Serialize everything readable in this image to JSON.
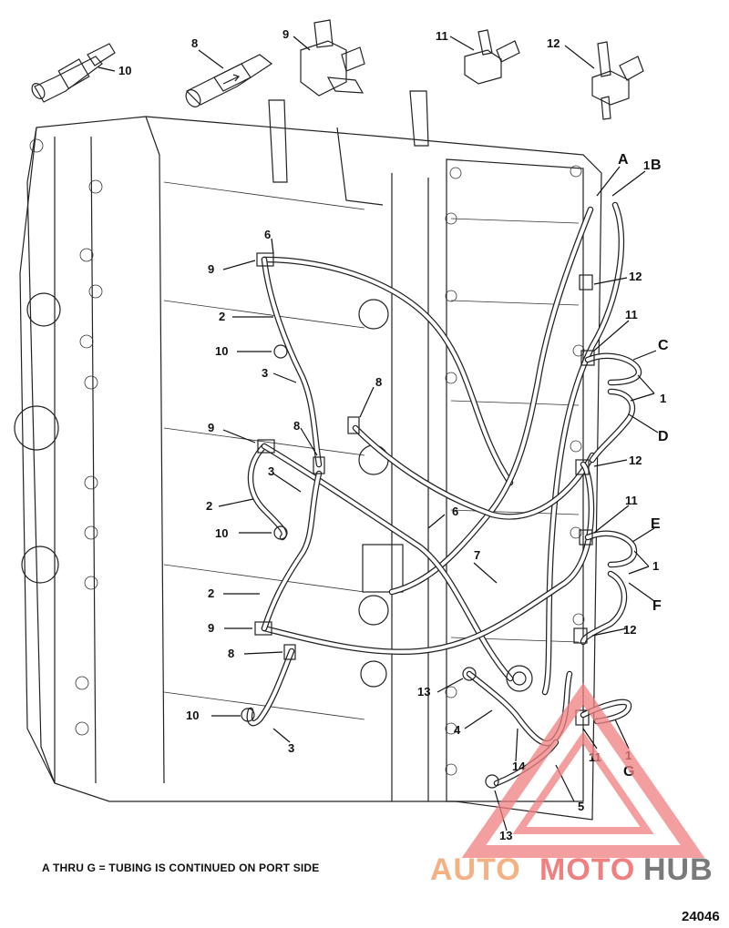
{
  "fittings": [
    {
      "id": "10",
      "label": "10"
    },
    {
      "id": "8",
      "label": "8"
    },
    {
      "id": "9",
      "label": "9"
    },
    {
      "id": "11",
      "label": "11"
    },
    {
      "id": "12",
      "label": "12"
    }
  ],
  "callouts": {
    "A": "A",
    "B": "B",
    "C": "C",
    "D": "D",
    "E": "E",
    "F": "F",
    "G": "G",
    "n1": "1",
    "n2": "2",
    "n3": "3",
    "n4": "4",
    "n5": "5",
    "n6": "6",
    "n7": "7",
    "n8": "8",
    "n9": "9",
    "n10": "10",
    "n11": "11",
    "n12": "12",
    "n13": "13",
    "n14": "14"
  },
  "note": "A THRU G = TUBING IS CONTINUED ON PORT SIDE",
  "figure_number": "24046",
  "watermark": {
    "part1": "AUTO",
    "part2": "MOTO",
    "part3": "HUB"
  },
  "colors": {
    "line": "#222222",
    "watermark_orange": "#f4b183",
    "watermark_red": "#f08080",
    "watermark_gray": "#7a7a7a"
  }
}
